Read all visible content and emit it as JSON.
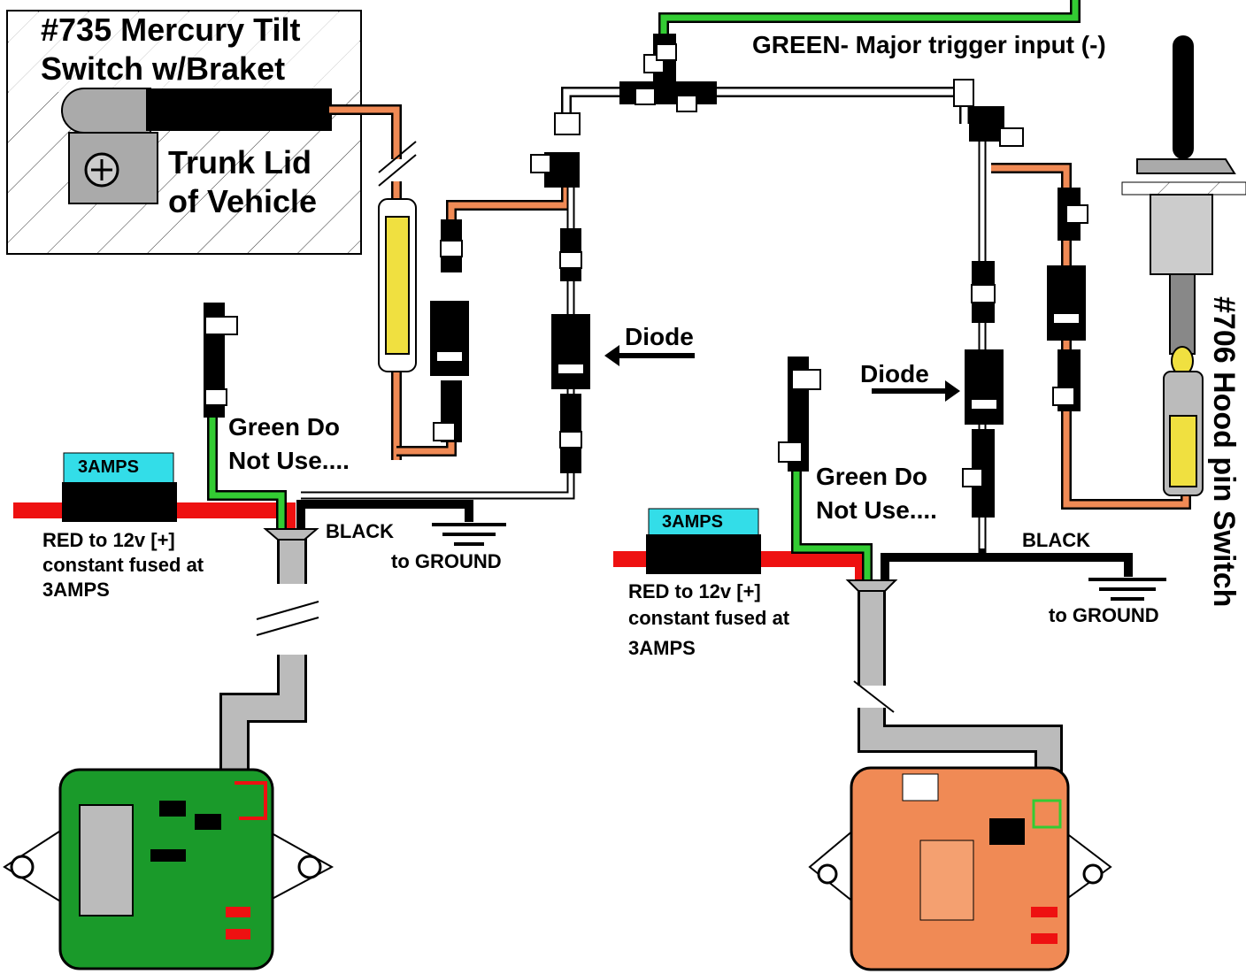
{
  "tilt_box": {
    "line1": "#735 Mercury Tilt",
    "line2": "Switch w/Braket",
    "trunk1": "Trunk Lid",
    "trunk2": "of Vehicle"
  },
  "green_trigger": "GREEN- Major trigger input (-)",
  "hood_switch": "#706 Hood pin Switch",
  "left": {
    "diode": "Diode",
    "green1": "Green Do",
    "green2": "Not Use....",
    "fuse": "3AMPS",
    "red1": "RED to 12v [+]",
    "red2": "constant fused at",
    "red3": "3AMPS",
    "black": "BLACK",
    "ground": "to GROUND"
  },
  "right": {
    "diode": "Diode",
    "green1": "Green Do",
    "green2": "Not Use....",
    "fuse": "3AMPS",
    "red1": "RED to 12v [+]",
    "red2": "constant fused at",
    "red3": "3AMPS",
    "black": "BLACK",
    "ground": "to GROUND"
  },
  "colors": {
    "green": "#33cc33",
    "red": "#ee1111",
    "orange": "#f08a55",
    "black": "#000000",
    "gray": "#bbbbbb",
    "cyan": "#33dde8",
    "yellow": "#f0e040",
    "board_green": "#1a9a2a",
    "board_orange": "#f08a55"
  }
}
